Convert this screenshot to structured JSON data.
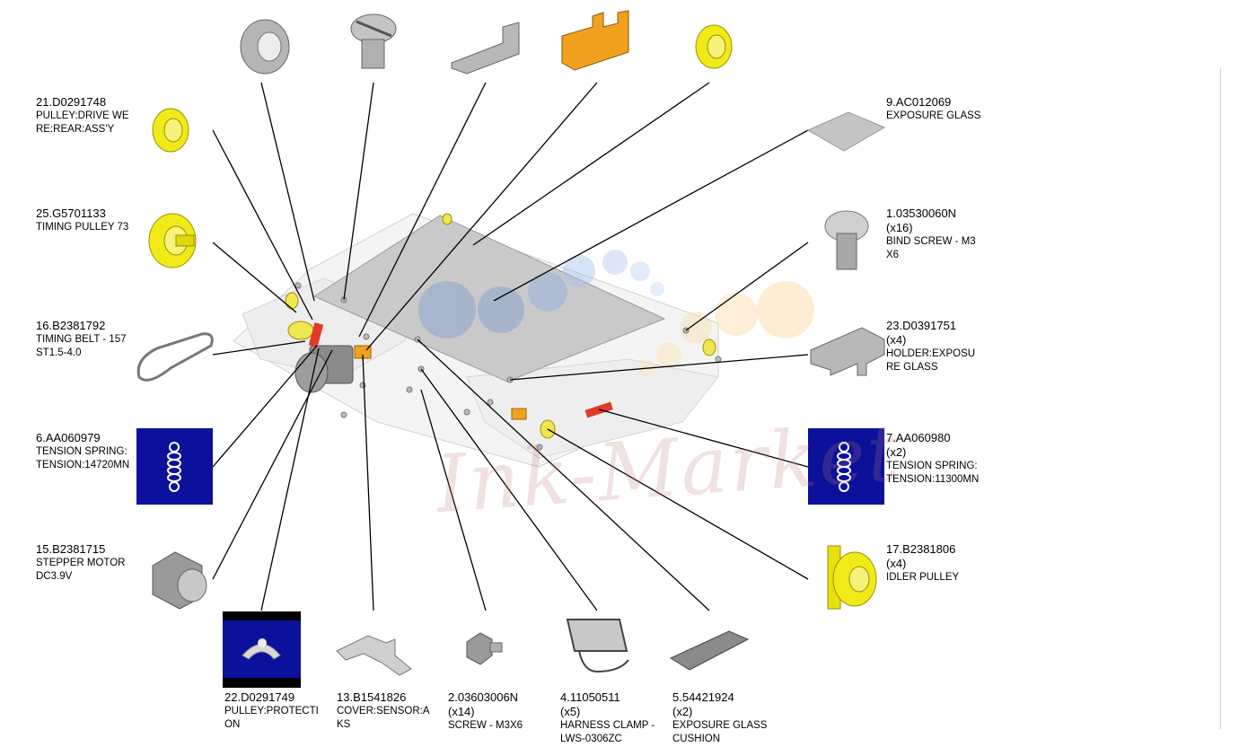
{
  "watermark": "Ink-Market",
  "colors": {
    "spring_bg": "#0b119a",
    "yellow_part": "#f2ea18",
    "orange_part": "#f0a21e",
    "red_part": "#e03a2b"
  },
  "parts_left": [
    {
      "pn": "21.D0291748",
      "qty": "",
      "desc": "PULLEY:DRIVE WE\nRE:REAR:ASS'Y"
    },
    {
      "pn": "25.G5701133",
      "qty": "",
      "desc": "TIMING PULLEY 73"
    },
    {
      "pn": "16.B2381792",
      "qty": "",
      "desc": "TIMING BELT - 157\nST1.5-4.0"
    },
    {
      "pn": "6.AA060979",
      "qty": "",
      "desc": "TENSION SPRING:\nTENSION:14720MN"
    },
    {
      "pn": "15.B2381715",
      "qty": "",
      "desc": "STEPPER MOTOR\nDC3.9V"
    }
  ],
  "parts_right": [
    {
      "pn": "9.AC012069",
      "qty": "",
      "desc": "EXPOSURE GLASS"
    },
    {
      "pn": "1.03530060N",
      "qty": "(x16)",
      "desc": "BIND SCREW - M3\nX6"
    },
    {
      "pn": "23.D0391751",
      "qty": "(x4)",
      "desc": "HOLDER:EXPOSU\nRE GLASS"
    },
    {
      "pn": "7.AA060980",
      "qty": "(x2)",
      "desc": "TENSION SPRING:\nTENSION:11300MN"
    },
    {
      "pn": "17.B2381806",
      "qty": "(x4)",
      "desc": "IDLER PULLEY"
    }
  ],
  "parts_bottom": [
    {
      "pn": "22.D0291749",
      "qty": "",
      "desc": "PULLEY:PROTECTI\nON"
    },
    {
      "pn": "13.B1541826",
      "qty": "",
      "desc": "COVER:SENSOR:A\nKS"
    },
    {
      "pn": "2.03603006N",
      "qty": "(x14)",
      "desc": "SCREW - M3X6"
    },
    {
      "pn": "4.11050511",
      "qty": "(x5)",
      "desc": "HARNESS CLAMP -\n LWS-0306ZC"
    },
    {
      "pn": "5.54421924",
      "qty": "(x2)",
      "desc": "EXPOSURE GLASS\n CUSHION"
    }
  ],
  "top_parts": [
    {
      "icon": "bushing-icon"
    },
    {
      "icon": "slotted-screw-icon"
    },
    {
      "icon": "bracket-icon"
    },
    {
      "icon": "sensor-icon"
    },
    {
      "icon": "yellow-pulley-icon"
    }
  ]
}
